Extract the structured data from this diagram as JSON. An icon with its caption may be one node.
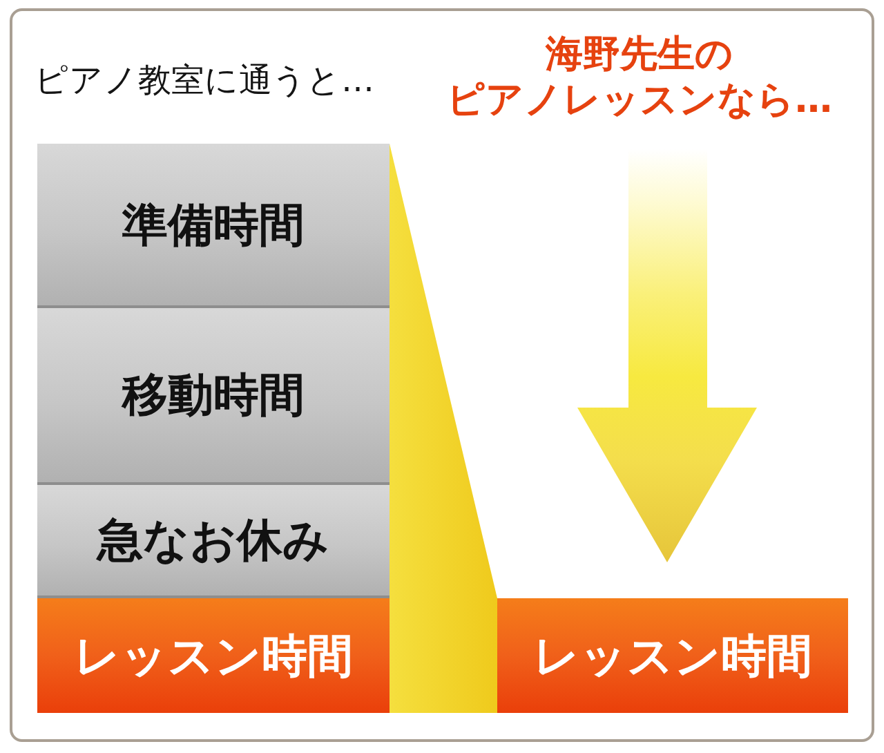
{
  "diagram": {
    "nodes": [
      {
        "text": [
          "準備時間"
        ]
      },
      {
        "text": [
          "移動時間"
        ]
      },
      {
        "text": [
          "急なお休み"
        ]
      },
      {
        "text": [
          "レッスン時間"
        ]
      },
      {
        "text": [],
        "shape": "wedge"
      },
      {
        "text": [
          "レッスン時間"
        ]
      }
    ],
    "labels": [
      "ピアノ教室に通うと…",
      "海野先生のピアノレッスンなら…"
    ]
  }
}
